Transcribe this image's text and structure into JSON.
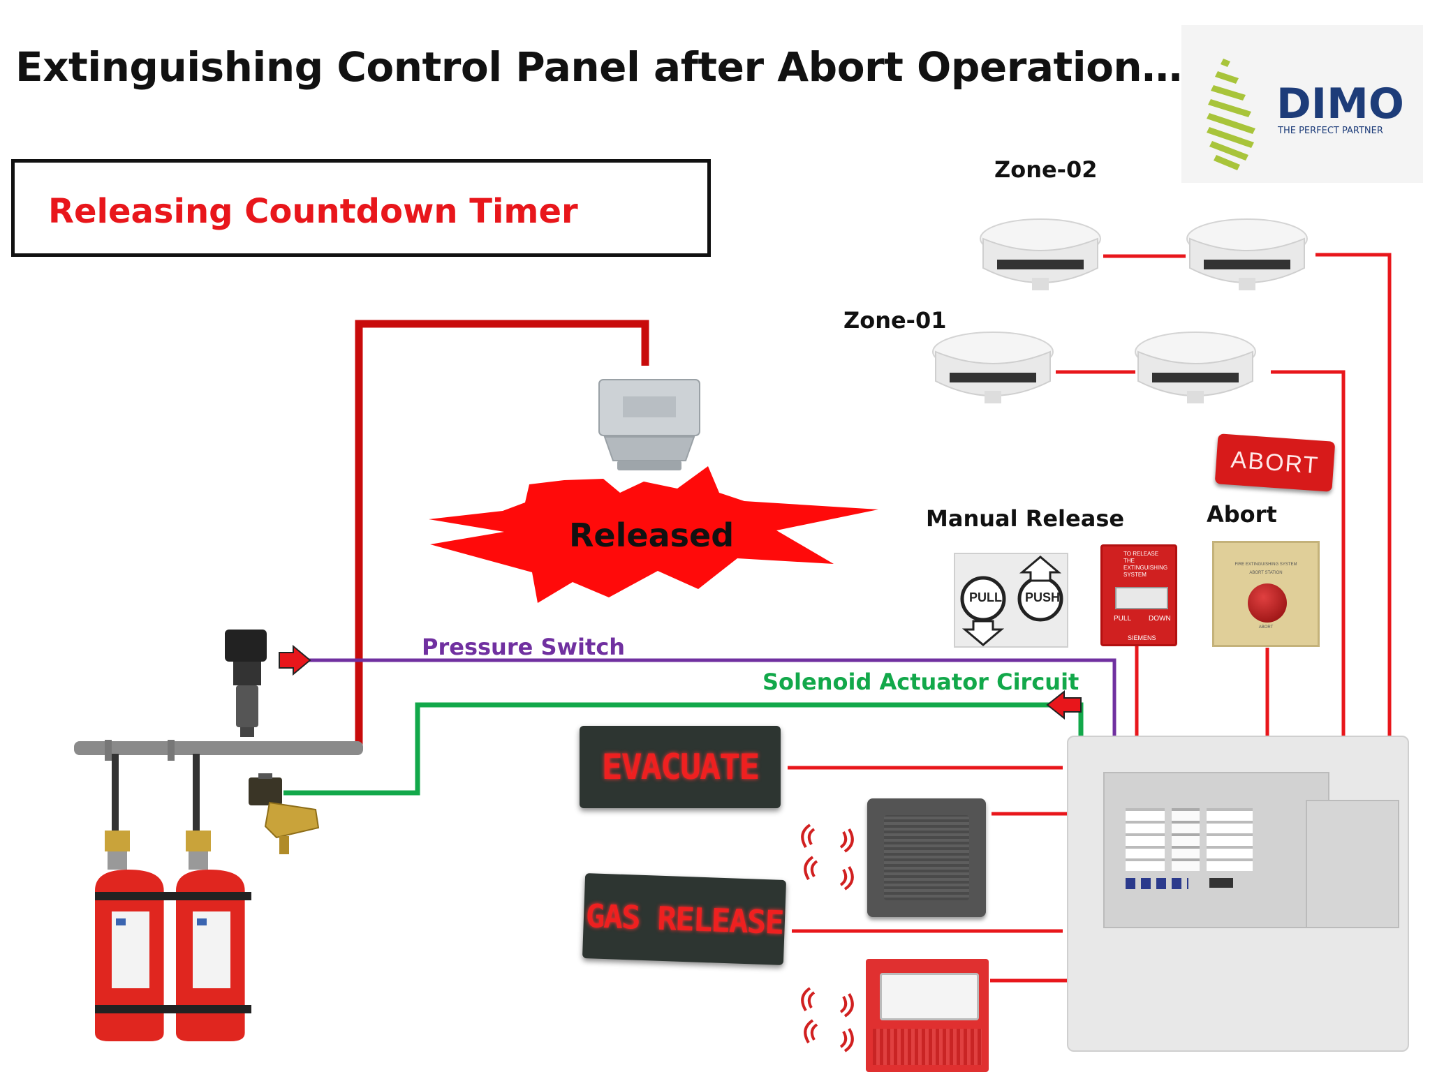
{
  "page": {
    "title": "Extinguishing Control Panel after Abort Operation…",
    "timer_label": "Releasing Countdown Timer",
    "released_label": "Released"
  },
  "logo": {
    "name": "DIMO",
    "tagline": "THE PERFECT PARTNER"
  },
  "zones": {
    "zone2": "Zone-02",
    "zone1": "Zone-01"
  },
  "devices": {
    "manual_release_label": "Manual Release",
    "abort_label": "Abort",
    "abort_button": "ABORT",
    "pull_text": "PULL",
    "push_text": "PUSH",
    "mcp_lines": [
      "TO RELEASE",
      "THE",
      "EXTINGUISHING",
      "SYSTEM"
    ],
    "mcp_pull": "PULL",
    "mcp_down": "DOWN",
    "mcp_brand": "SIEMENS",
    "station_title": "FIRE EXTINGUISHING SYSTEM",
    "station_sub": "ABORT STATION",
    "station_button_text": "ABORT"
  },
  "circuits": {
    "pressure_switch": "Pressure Switch",
    "solenoid": "Solenoid Actuator Circuit"
  },
  "signs": {
    "evacuate": "EVACUATE",
    "gas_release": "GAS RELEASE"
  },
  "colors": {
    "wire_red": "#e8161b",
    "pipe_red": "#c80b0b",
    "pressure_purple": "#7030a0",
    "solenoid_green": "#12a84a",
    "timer_red": "#e8161b",
    "logo_blue": "#1d3c79",
    "logo_green": "#a8c43a"
  }
}
